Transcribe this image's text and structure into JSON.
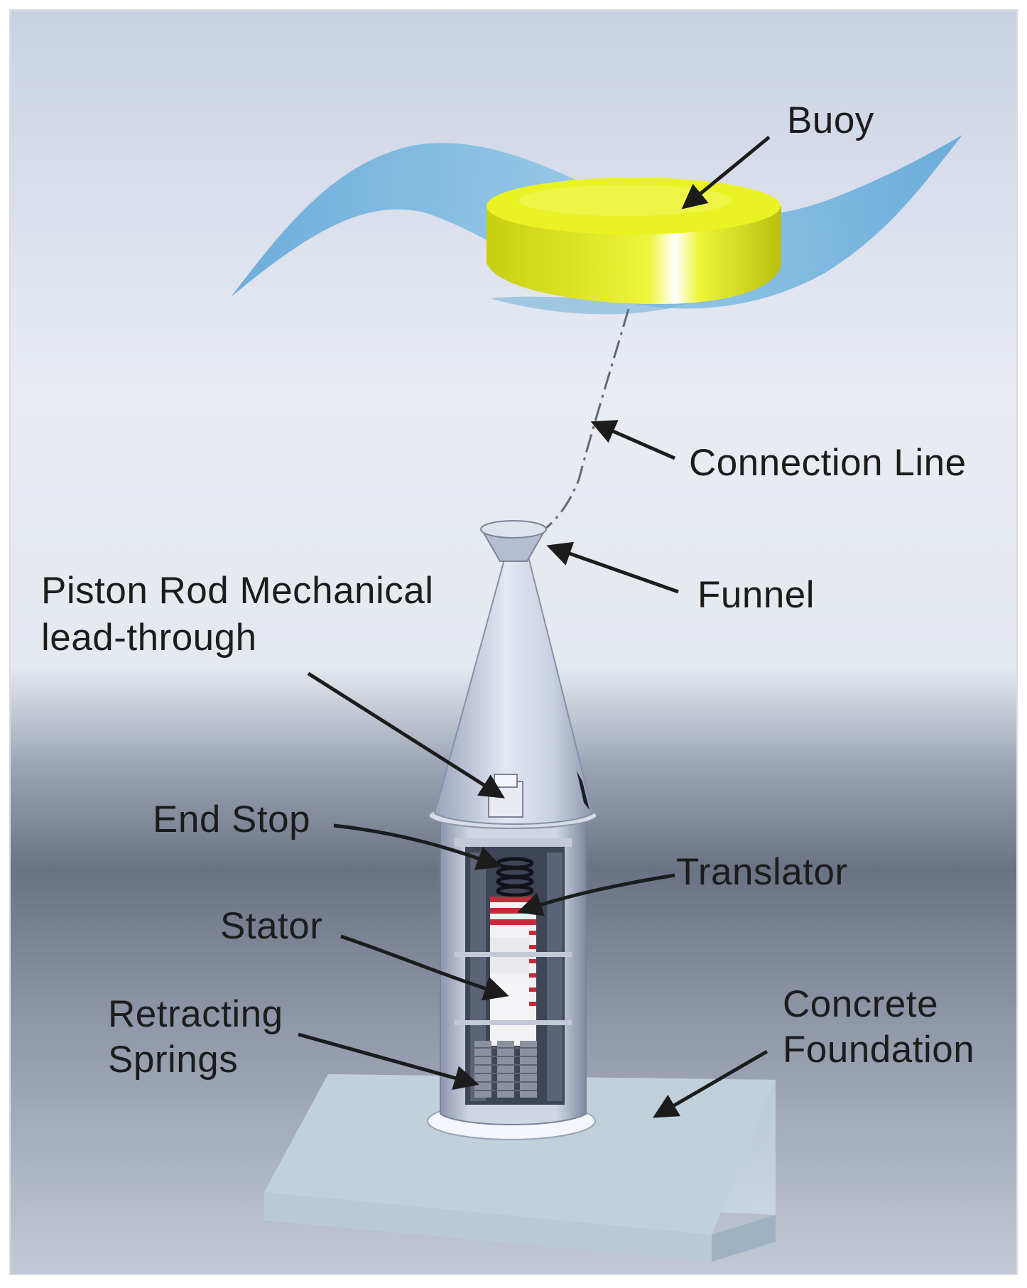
{
  "labels": {
    "buoy": "Buoy",
    "connection_line": "Connection Line",
    "funnel": "Funnel",
    "piston_rod_line1": "Piston Rod Mechanical",
    "piston_rod_line2": "lead-through",
    "end_stop": "End Stop",
    "translator": "Translator",
    "stator": "Stator",
    "retracting_springs_line1": "Retracting",
    "retracting_springs_line2": "Springs",
    "concrete_foundation_line1": "Concrete",
    "concrete_foundation_line2": "Foundation"
  },
  "colors": {
    "buoy": "#e8f020",
    "wave": "#6fb3dc",
    "structure": "#c9d2e1",
    "foundation": "#b9cad6",
    "text": "#1c1c1c"
  }
}
